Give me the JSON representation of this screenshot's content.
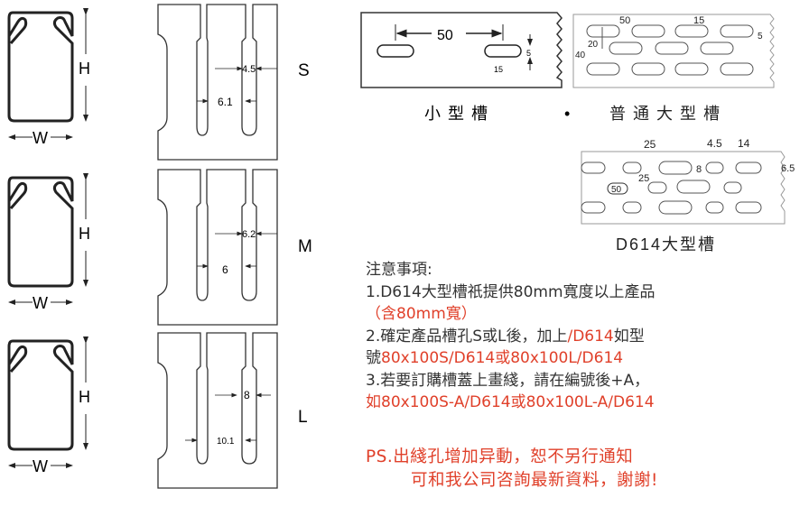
{
  "sections": {
    "height_label": "H",
    "width_label": "W"
  },
  "rows": [
    {
      "label": "S",
      "dim_a": "4.5",
      "dim_b": "6.1"
    },
    {
      "label": "M",
      "dim_a": "6.2",
      "dim_b": "6"
    },
    {
      "label": "L",
      "dim_a": "8",
      "dim_b": "10.1"
    }
  ],
  "small_trough": {
    "pitch": "50",
    "slot_len": "15",
    "slot_h": "5",
    "caption": "小型槽"
  },
  "bullet": "•",
  "normal_large": {
    "pitch": "50",
    "slot_len": "15",
    "slot_h": "5",
    "row_gap": "20",
    "height": "40",
    "caption": "普通大型槽"
  },
  "d614": {
    "d1": "25",
    "d2": "4.5",
    "d3": "14",
    "d4": "8",
    "d5": "6.5",
    "d6": "25",
    "d7": "50",
    "caption": "D614大型槽"
  },
  "notes": {
    "title": "注意事項:",
    "line1": "1.D614大型槽祇提供80mm寬度以上產品",
    "line1b": "（含80mm寬）",
    "line2a": "2.確定產品槽孔S或L後，加上",
    "line2b": "/D614",
    "line2c": "如型",
    "line3a": "號",
    "line3b": "80x100S/D614或80x100L/D614",
    "line4": "3.若要訂購槽蓋上畫綫，請在編號後+A，",
    "line5": "如80x100S-A/D614或80x100L-A/D614"
  },
  "ps": {
    "line1": "PS.出綫孔增加异動，恕不另行通知",
    "line2": "可和我公司咨詢最新資料，謝謝!"
  },
  "colors": {
    "red": "#e0402a",
    "line": "#333333"
  }
}
